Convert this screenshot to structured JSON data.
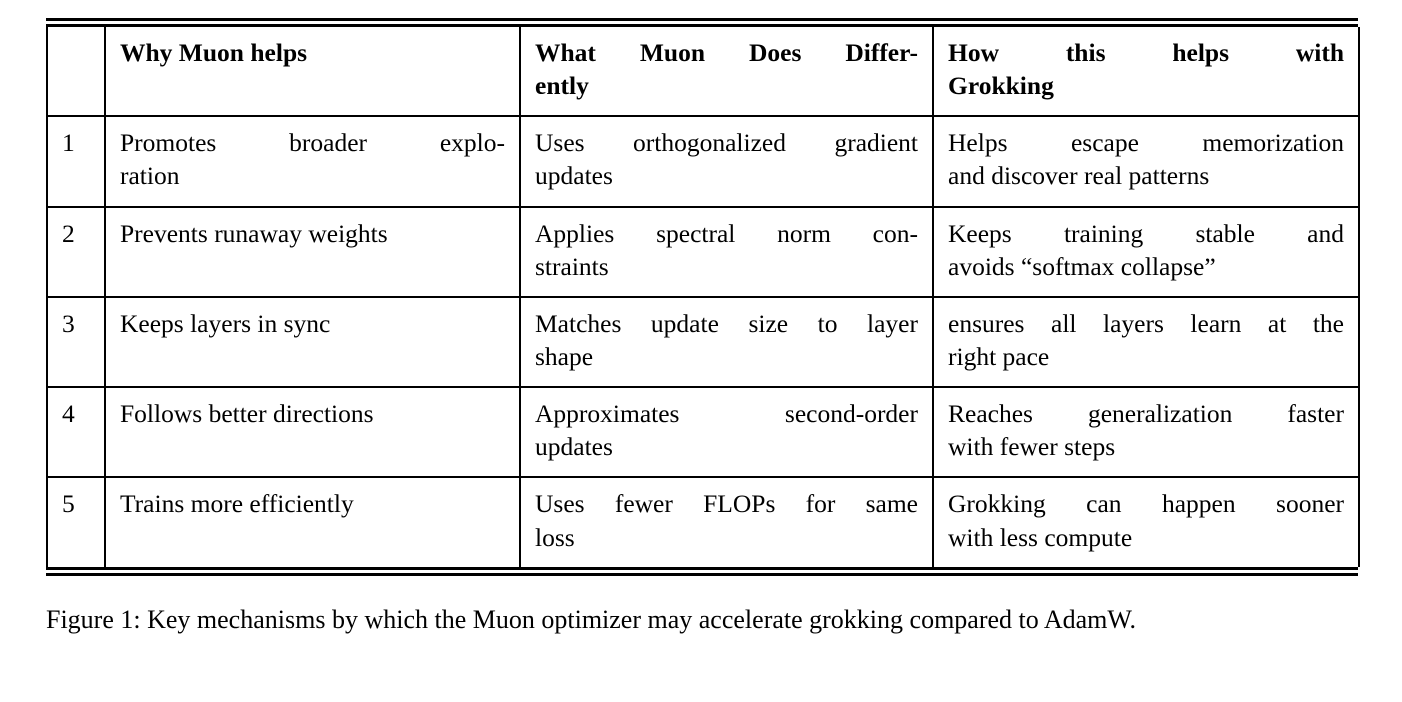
{
  "figure": {
    "table": {
      "columns": [
        {
          "key": "index",
          "header": ""
        },
        {
          "key": "why",
          "header": "Why Muon helps"
        },
        {
          "key": "what",
          "header": "What Muon Does Differ-­ently"
        },
        {
          "key": "how",
          "header": "How this helps with Grokking"
        }
      ],
      "header_lines": {
        "why": [
          "Why Muon helps"
        ],
        "what": [
          "What Muon Does Differ-",
          "ently"
        ],
        "how": [
          "How this helps with",
          "Grokking"
        ]
      },
      "rows": [
        {
          "index": "1",
          "why_lines": [
            "Promotes broader explo-",
            "ration"
          ],
          "what_lines": [
            "Uses orthogonalized gradient",
            "updates"
          ],
          "how_lines": [
            "Helps escape memorization",
            "and discover real patterns"
          ],
          "why": "Promotes broader exploration",
          "what": "Uses orthogonalized gradient updates",
          "how": "Helps escape memorization and discover real patterns"
        },
        {
          "index": "2",
          "why_lines": [
            "Prevents runaway weights"
          ],
          "what_lines": [
            "Applies spectral norm con-",
            "straints"
          ],
          "how_lines": [
            "Keeps training stable and",
            "avoids “softmax collapse”"
          ],
          "why": "Prevents runaway weights",
          "what": "Applies spectral norm constraints",
          "how": "Keeps training stable and avoids “softmax collapse”"
        },
        {
          "index": "3",
          "why_lines": [
            "Keeps layers in sync"
          ],
          "what_lines": [
            "Matches update size to layer",
            "shape"
          ],
          "how_lines": [
            "ensures all layers learn at the",
            "right pace"
          ],
          "why": "Keeps layers in sync",
          "what": "Matches update size to layer shape",
          "how": "ensures all layers learn at the right pace"
        },
        {
          "index": "4",
          "why_lines": [
            "Follows better directions"
          ],
          "what_lines": [
            "Approximates second-order",
            "updates"
          ],
          "how_lines": [
            "Reaches generalization faster",
            "with fewer steps"
          ],
          "why": "Follows better directions",
          "what": "Approximates second-order updates",
          "how": "Reaches generalization faster with fewer steps"
        },
        {
          "index": "5",
          "why_lines": [
            "Trains more efficiently"
          ],
          "what_lines": [
            "Uses fewer FLOPs for same",
            "loss"
          ],
          "how_lines": [
            "Grokking can happen sooner",
            "with less compute"
          ],
          "why": "Trains more efficiently",
          "what": "Uses fewer FLOPs for same loss",
          "how": "Grokking can happen sooner with less compute"
        }
      ]
    },
    "caption": "Figure 1: Key mechanisms by which the Muon optimizer may accelerate grokking compared to AdamW."
  }
}
